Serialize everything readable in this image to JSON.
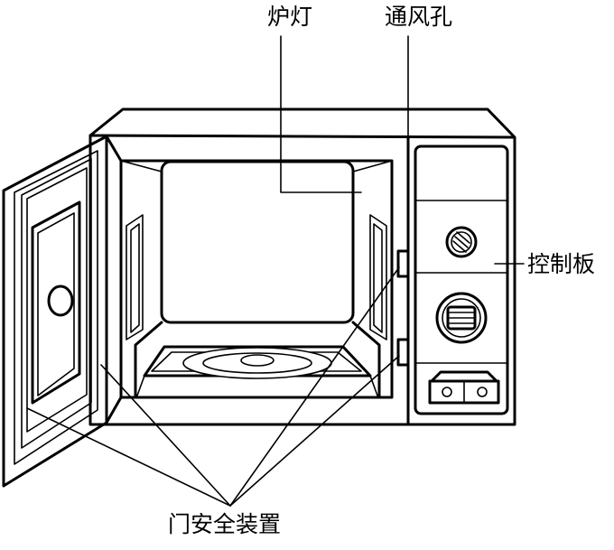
{
  "diagram": {
    "labels": {
      "oven_lamp": "炉灯",
      "vent_holes": "通风孔",
      "control_panel": "控制板",
      "door_safety": "门安全装置"
    }
  }
}
